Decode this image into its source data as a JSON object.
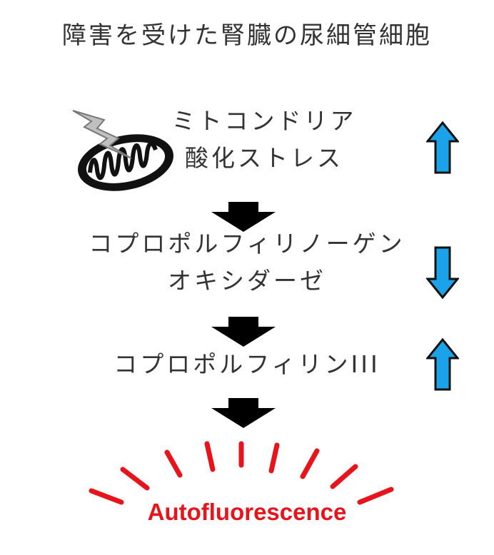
{
  "title": "障害を受けた腎臓の尿細管細胞",
  "steps": [
    {
      "lines": [
        "ミトコンドリア",
        "酸化ストレス"
      ],
      "trend": "up"
    },
    {
      "lines": [
        "コプロポルフィリノーゲン",
        "オキシダーゼ"
      ],
      "trend": "down"
    },
    {
      "lines": [
        "コプロポルフィリンIII"
      ],
      "trend": "up"
    }
  ],
  "result_label": "Autofluorescence",
  "icons": {
    "mitochondrion": "mitochondrion-icon",
    "damage": "lightning-bolt-icon",
    "flow": "down-arrow-icon",
    "trend_up": "arrow-up-icon",
    "trend_down": "arrow-down-icon",
    "glow": "glow-rays-icon"
  },
  "colors": {
    "text": "#333333",
    "trend_arrow_fill": "#1aa3e8",
    "result": "#e8141c",
    "flow_arrow": "#000000"
  }
}
